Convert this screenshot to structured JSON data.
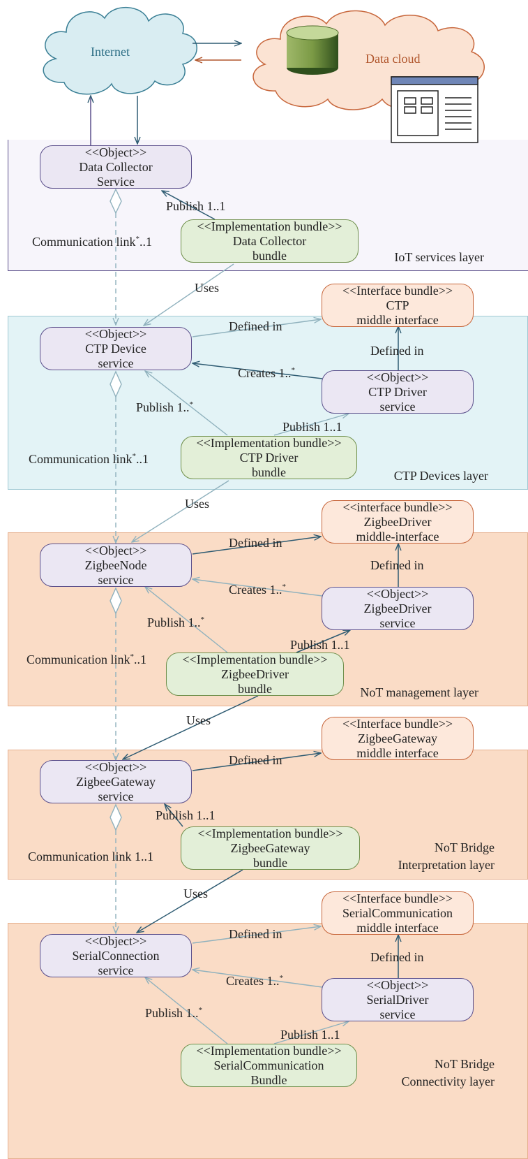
{
  "top": {
    "internet": "Internet",
    "data_cloud": "Data cloud"
  },
  "layers": [
    {
      "name": "IoT services layer"
    },
    {
      "name": "CTP Devices layer"
    },
    {
      "name": "NoT management layer"
    },
    {
      "name": "NoT Bridge",
      "name2": "Interpretation layer"
    },
    {
      "name": "NoT Bridge",
      "name2": "Connectivity layer"
    }
  ],
  "nodes": {
    "dc_obj": {
      "l1": "<<Object>>",
      "l2": "Data Collector",
      "l3": "Service"
    },
    "dc_impl": {
      "l1": "<<Implementation bundle>>",
      "l2": "Data Collector",
      "l3": "bundle"
    },
    "ctp_if": {
      "l1": "<<Interface bundle>>",
      "l2": "CTP",
      "l3": "middle interface"
    },
    "ctp_obj": {
      "l1": "<<Object>>",
      "l2": "CTP Device",
      "l3": "service"
    },
    "ctp_drv": {
      "l1": "<<Object>>",
      "l2": "CTP Driver",
      "l3": "service"
    },
    "ctp_impl": {
      "l1": "<<Implementation bundle>>",
      "l2": "CTP Driver",
      "l3": "bundle"
    },
    "zb_if": {
      "l1": "<<interface bundle>>",
      "l2": "ZigbeeDriver",
      "l3": "middle-interface"
    },
    "zb_obj": {
      "l1": "<<Object>>",
      "l2": "ZigbeeNode",
      "l3": "service"
    },
    "zb_drv": {
      "l1": "<<Object>>",
      "l2": "ZigbeeDriver",
      "l3": "service"
    },
    "zb_impl": {
      "l1": "<<Implementation bundle>>",
      "l2": "ZigbeeDriver",
      "l3": "bundle"
    },
    "gw_if": {
      "l1": "<<Interface bundle>>",
      "l2": "ZigbeeGateway",
      "l3": "middle interface"
    },
    "gw_obj": {
      "l1": "<<Object>>",
      "l2": "ZigbeeGateway",
      "l3": "service"
    },
    "gw_impl": {
      "l1": "<<Implementation bundle>>",
      "l2": "ZigbeeGateway",
      "l3": "bundle"
    },
    "sc_if": {
      "l1": "<<Interface bundle>>",
      "l2": "SerialCommunication",
      "l3": "middle interface"
    },
    "sc_obj": {
      "l1": "<<Object>>",
      "l2": "SerialConnection",
      "l3": "service"
    },
    "sc_drv": {
      "l1": "<<Object>>",
      "l2": "SerialDriver",
      "l3": "service"
    },
    "sc_impl": {
      "l1": "<<Implementation bundle>>",
      "l2": "SerialCommunication",
      "l3": "Bundle"
    }
  },
  "labels": {
    "publish_11": "Publish 1..1",
    "publish_1": "Publish 1..",
    "star": "*",
    "comm_link": "Communication link",
    "comm_suffix": "..1",
    "comm_link_11": "Communication link 1..1",
    "uses": "Uses",
    "defined_in": "Defined in",
    "creates": "Creates 1.."
  },
  "colors": {
    "object_fill": "#ebe7f3",
    "object_border": "#5b4f8b",
    "impl_fill": "#e3efd8",
    "impl_border": "#6f8f4b",
    "interface_fill": "#fde8db",
    "interface_border": "#c7663b",
    "iot_layer": "#f7f5fb",
    "ctp_layer": "#e3f3f6",
    "not_layer": "#fadcc6",
    "arrow_dark": "#2e5b72",
    "arrow_light": "#8fb1bd",
    "arrow_red": "#b0552b"
  }
}
